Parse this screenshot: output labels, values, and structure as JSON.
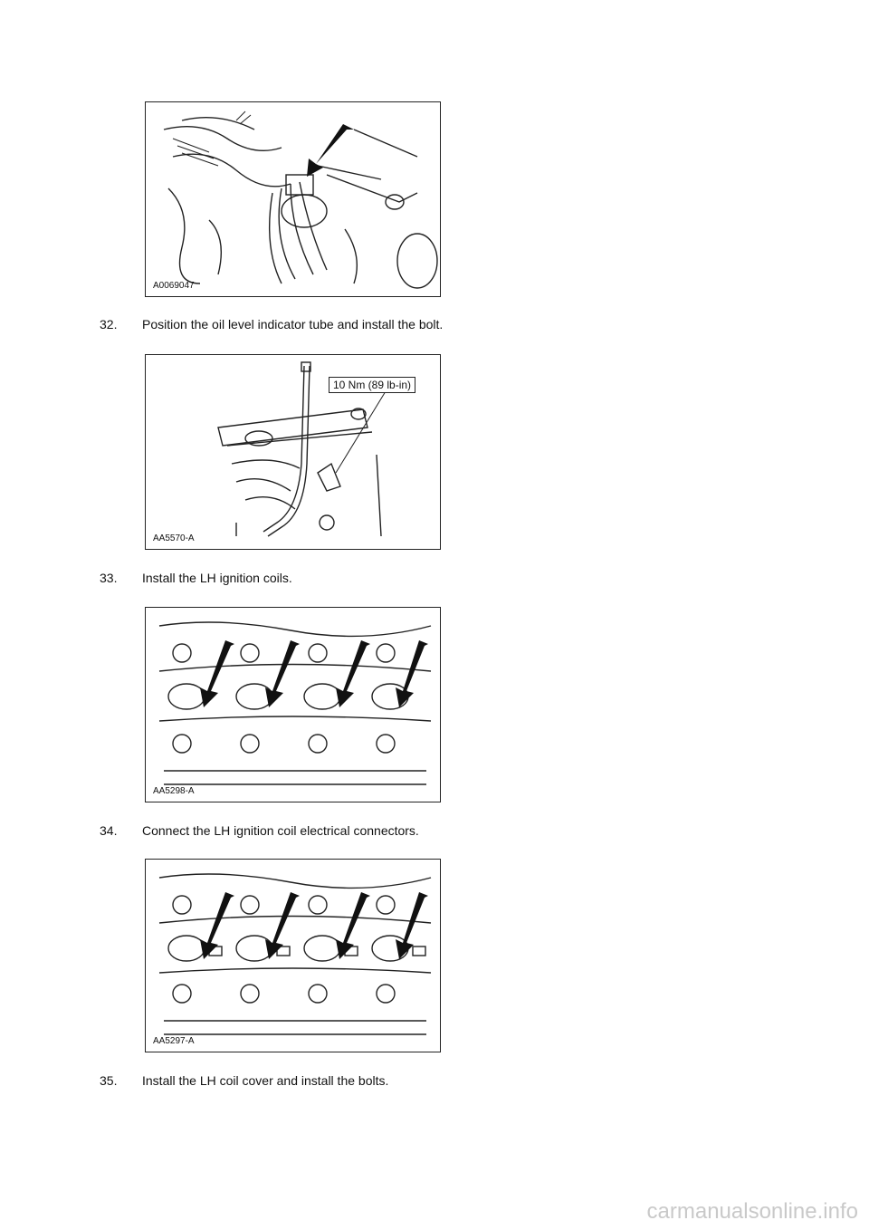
{
  "figures": [
    {
      "label": "A0069047"
    },
    {
      "label": "AA5570-A",
      "callout": "10 Nm (89 lb-in)"
    },
    {
      "label": "AA5298-A"
    },
    {
      "label": "AA5297-A"
    }
  ],
  "steps": [
    {
      "number": "32.",
      "text": "Position the oil level indicator tube and install the bolt."
    },
    {
      "number": "33.",
      "text": "Install the LH ignition coils."
    },
    {
      "number": "34.",
      "text": "Connect the LH ignition coil electrical connectors."
    },
    {
      "number": "35.",
      "text": "Install the LH coil cover and install the bolts."
    }
  ],
  "watermark": "carmanualsonline.info"
}
